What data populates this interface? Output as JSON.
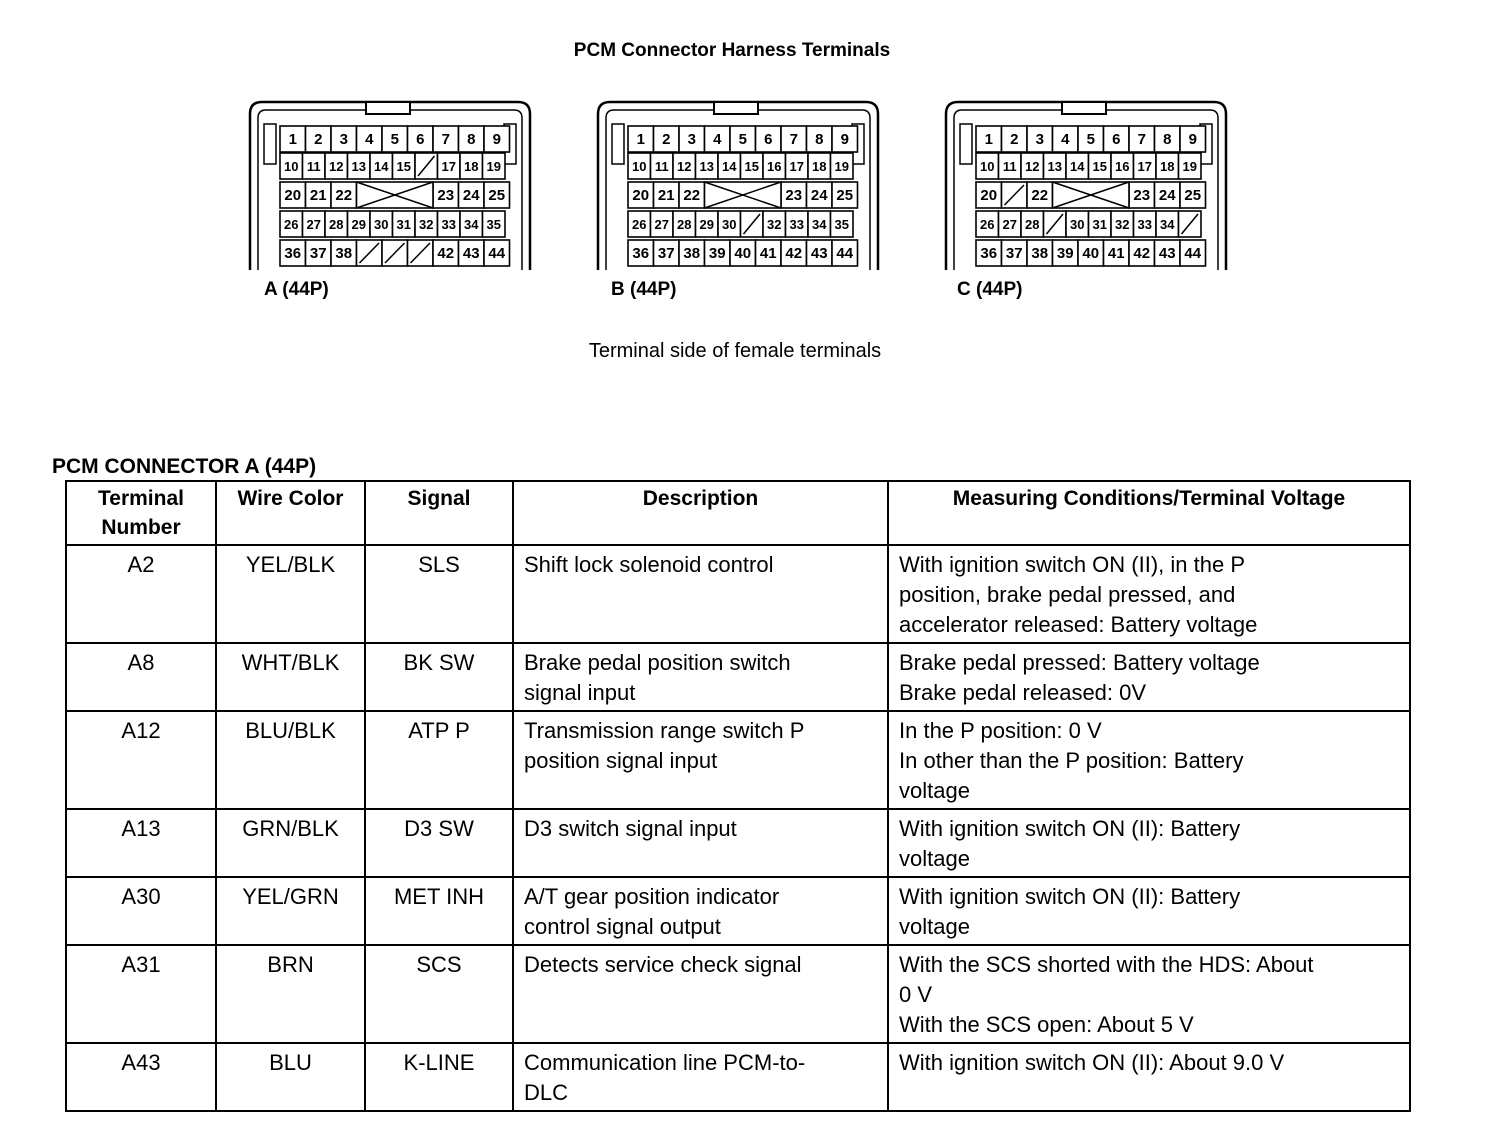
{
  "title": "PCM Connector Harness Terminals",
  "caption": "Terminal side of female terminals",
  "connectors": [
    {
      "id": "A",
      "label": "A (44P)",
      "rows": [
        [
          "1",
          "2",
          "3",
          "4",
          "5",
          "6",
          "7",
          "8",
          "9"
        ],
        [
          "10",
          "11",
          "12",
          "13",
          "14",
          "15",
          "/",
          "17",
          "18",
          "19"
        ],
        [
          "20",
          "21",
          "22",
          "X",
          "X",
          "X",
          "23",
          "24",
          "25"
        ],
        [
          "26",
          "27",
          "28",
          "29",
          "30",
          "31",
          "32",
          "33",
          "34",
          "35"
        ],
        [
          "36",
          "37",
          "38",
          "/",
          "/",
          "/",
          "42",
          "43",
          "44"
        ]
      ]
    },
    {
      "id": "B",
      "label": "B (44P)",
      "rows": [
        [
          "1",
          "2",
          "3",
          "4",
          "5",
          "6",
          "7",
          "8",
          "9"
        ],
        [
          "10",
          "11",
          "12",
          "13",
          "14",
          "15",
          "16",
          "17",
          "18",
          "19"
        ],
        [
          "20",
          "21",
          "22",
          "X",
          "X",
          "X",
          "23",
          "24",
          "25"
        ],
        [
          "26",
          "27",
          "28",
          "29",
          "30",
          "/",
          "32",
          "33",
          "34",
          "35"
        ],
        [
          "36",
          "37",
          "38",
          "39",
          "40",
          "41",
          "42",
          "43",
          "44"
        ]
      ]
    },
    {
      "id": "C",
      "label": "C (44P)",
      "rows": [
        [
          "1",
          "2",
          "3",
          "4",
          "5",
          "6",
          "7",
          "8",
          "9"
        ],
        [
          "10",
          "11",
          "12",
          "13",
          "14",
          "15",
          "16",
          "17",
          "18",
          "19"
        ],
        [
          "20",
          "/",
          "22",
          "X",
          "X",
          "X",
          "23",
          "24",
          "25"
        ],
        [
          "26",
          "27",
          "28",
          "/",
          "30",
          "31",
          "32",
          "33",
          "34",
          "/"
        ],
        [
          "36",
          "37",
          "38",
          "39",
          "40",
          "41",
          "42",
          "43",
          "44"
        ]
      ]
    }
  ],
  "table": {
    "title": "PCM CONNECTOR A (44P)",
    "headers": [
      "Terminal Number",
      "Wire Color",
      "Signal",
      "Description",
      "Measuring Conditions/Terminal Voltage"
    ],
    "rows": [
      {
        "terminal": "A2",
        "wire": "YEL/BLK",
        "signal": "SLS",
        "description": [
          "Shift lock solenoid control"
        ],
        "measure": [
          "With ignition switch ON (II), in the P",
          "position, brake pedal pressed, and",
          "accelerator released: Battery voltage"
        ]
      },
      {
        "terminal": "A8",
        "wire": "WHT/BLK",
        "signal": "BK SW",
        "description": [
          "Brake pedal position switch",
          "signal input"
        ],
        "measure": [
          "Brake pedal pressed: Battery voltage",
          "Brake pedal released: 0V"
        ]
      },
      {
        "terminal": "A12",
        "wire": "BLU/BLK",
        "signal": "ATP P",
        "description": [
          "Transmission range switch P",
          "position signal input"
        ],
        "measure": [
          "In the P position: 0 V",
          "In other than the P position: Battery",
          "voltage"
        ]
      },
      {
        "terminal": "A13",
        "wire": "GRN/BLK",
        "signal": "D3 SW",
        "description": [
          "D3 switch signal input"
        ],
        "measure": [
          "With ignition switch ON (II): Battery",
          "voltage"
        ]
      },
      {
        "terminal": "A30",
        "wire": "YEL/GRN",
        "signal": "MET INH",
        "description": [
          "A/T gear position indicator",
          "control signal output"
        ],
        "measure": [
          "With ignition switch ON (II): Battery",
          "voltage"
        ]
      },
      {
        "terminal": "A31",
        "wire": "BRN",
        "signal": "SCS",
        "description": [
          "Detects service check signal"
        ],
        "measure": [
          "With the SCS shorted with the HDS: About",
          "0 V",
          "With the SCS open: About 5 V"
        ]
      },
      {
        "terminal": "A43",
        "wire": "BLU",
        "signal": "K-LINE",
        "description": [
          "Communication line PCM-to-",
          "DLC"
        ],
        "measure": [
          "With ignition switch ON (II): About 9.0 V"
        ]
      }
    ]
  }
}
